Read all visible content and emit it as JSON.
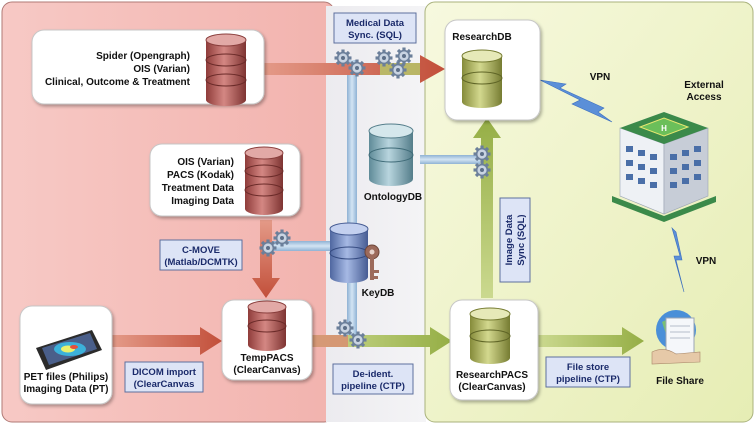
{
  "sources": {
    "clinical": {
      "lines": [
        "Spider (Opengraph)",
        "OIS (Varian)",
        "Clinical, Outcome & Treatment"
      ]
    },
    "imaging": {
      "lines": [
        "OIS (Varian)",
        "PACS (Kodak)",
        "Treatment Data",
        "Imaging Data"
      ]
    },
    "pet": {
      "lines": [
        "PET files (Philips)",
        "Imaging Data (PT)"
      ]
    }
  },
  "databases": {
    "temppacs": {
      "lines": [
        "TempPACS",
        "(ClearCanvas)"
      ]
    },
    "keydb": {
      "label": "KeyDB"
    },
    "ontologydb": {
      "label": "OntologyDB"
    },
    "researchdb": {
      "label": "ResearchDB"
    },
    "researchpacs": {
      "lines": [
        "ResearchPACS",
        "(ClearCanvas)"
      ]
    }
  },
  "pipelines": {
    "medical_sync": {
      "lines": [
        "Medical Data",
        "Sync. (SQL)"
      ]
    },
    "cmove": {
      "lines": [
        "C-MOVE",
        "(Matlab/DCMTK)"
      ]
    },
    "dicom_import": {
      "lines": [
        "DICOM import",
        "(ClearCanvas"
      ]
    },
    "deident": {
      "lines": [
        "De-ident.",
        "pipeline (CTP)"
      ]
    },
    "image_sync": {
      "lines": [
        "Image Data",
        "Sync (SQL)"
      ]
    },
    "file_store": {
      "lines": [
        "File store",
        "pipeline (CTP)"
      ]
    }
  },
  "external": {
    "access": {
      "lines": [
        "External",
        "Access"
      ]
    },
    "vpn_top": "VPN",
    "vpn_right": "VPN",
    "fileshare": "File Share"
  },
  "colors": {
    "clinical_zone": "#f2b3ae",
    "research_zone": "#eef3c6",
    "db_red": "#b9605c",
    "db_green": "#b7bd63",
    "db_teal": "#88b3bf",
    "db_blue": "#7a92c8",
    "arrow_red": "#c85a45",
    "arrow_green": "#a8bf58",
    "pipe_blue": "#9fbfdd",
    "label_box": "#dde4f6"
  }
}
